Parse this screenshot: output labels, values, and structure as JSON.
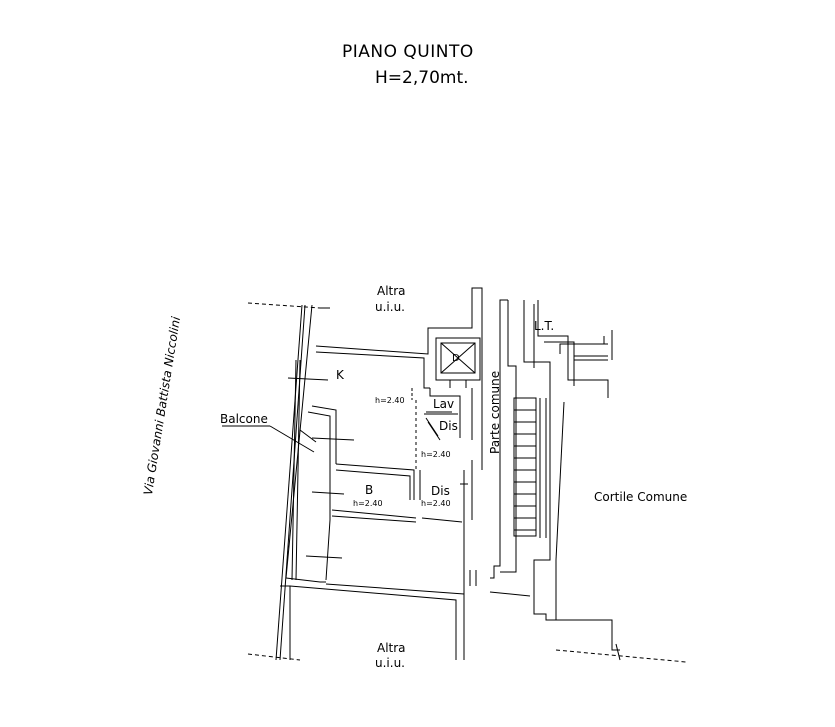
{
  "title": "PIANO QUINTO",
  "subtitle": "H=2,70mt.",
  "labels": {
    "altra_top_1": "Altra",
    "altra_top_2": "u.i.u.",
    "altra_bottom_1": "Altra",
    "altra_bottom_2": "u.i.u.",
    "street": "Via Giovanni Battista Niccolini",
    "balcone": "Balcone",
    "kitchen": "K",
    "bath": "B",
    "lav": "Lav",
    "dis_upper": "Dis",
    "dis_lower": "Dis",
    "lt": "L.T.",
    "parte_comune": "Parte comune",
    "cortile": "Cortile Comune",
    "d_box": "D",
    "h_k": "h=2.40",
    "h_dis": "h=2.40",
    "h_b": "h=2.40",
    "h_dis2": "h=2.40"
  }
}
